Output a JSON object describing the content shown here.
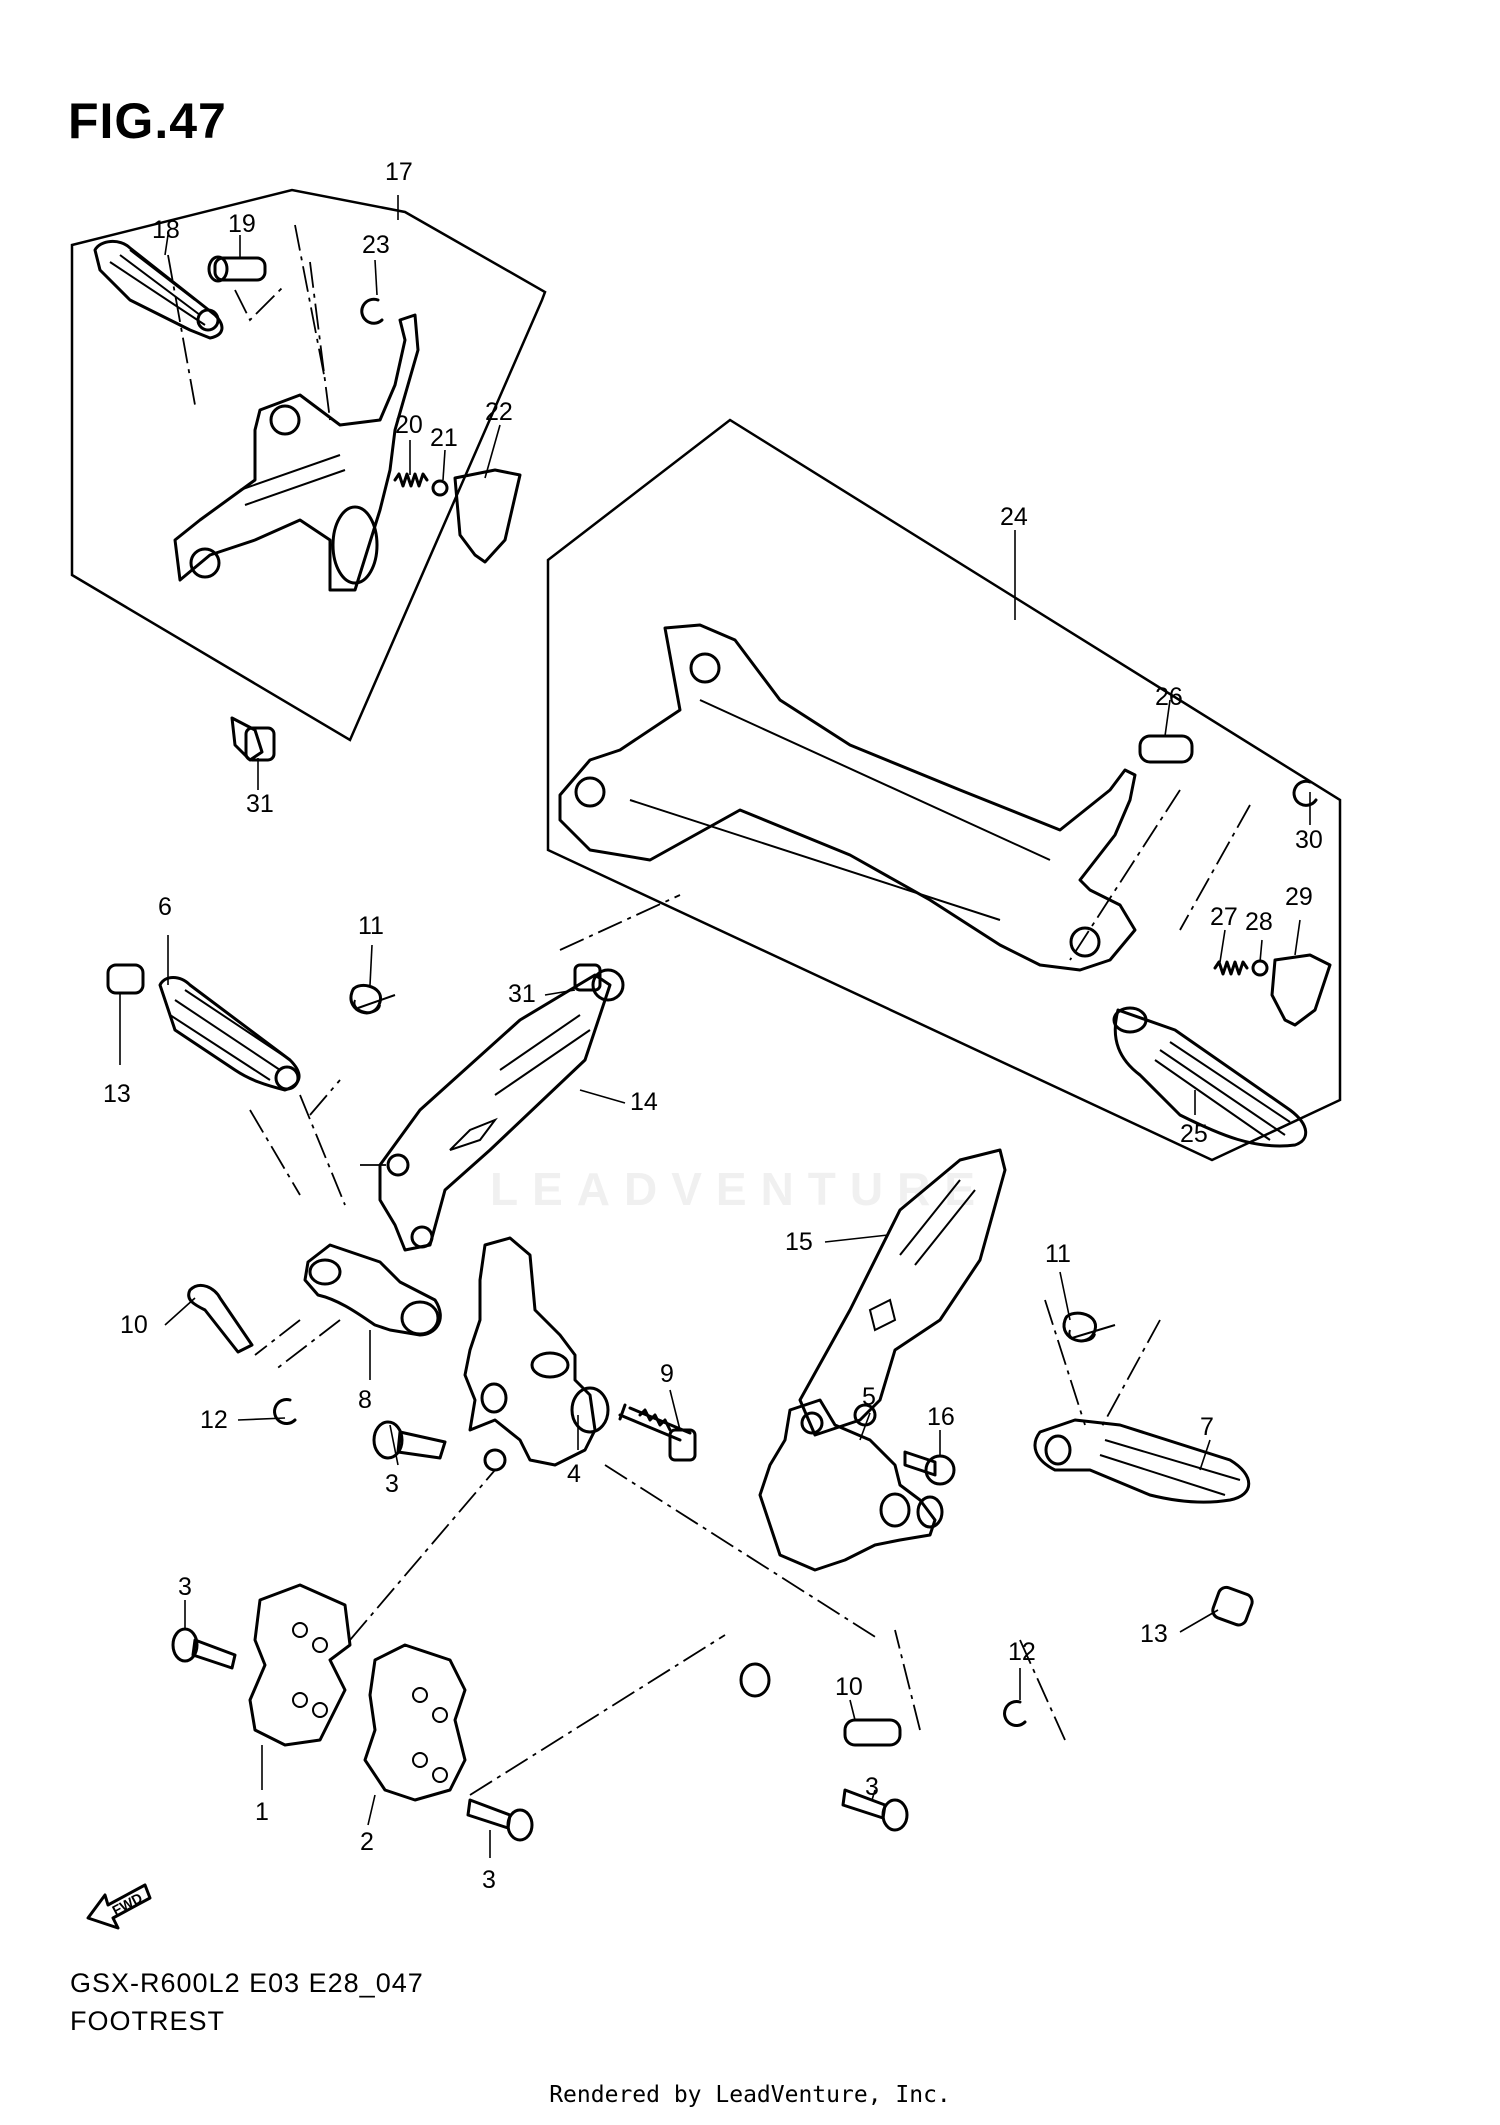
{
  "figure": {
    "title": "FIG.47",
    "model_code": "GSX-R600L2 E03 E28_047",
    "name": "FOOTREST",
    "credit": "Rendered by LeadVenture, Inc.",
    "watermark": "LEADVENTURE",
    "fwd_label": "FWD"
  },
  "callouts": [
    "17",
    "18",
    "19",
    "23",
    "20",
    "21",
    "22",
    "31",
    "24",
    "26",
    "30",
    "27",
    "28",
    "29",
    "25",
    "6",
    "11",
    "13",
    "31",
    "14",
    "15",
    "11",
    "10",
    "8",
    "12",
    "9",
    "16",
    "7",
    "3",
    "4",
    "5",
    "3",
    "13",
    "12",
    "10",
    "1",
    "2",
    "3",
    "3"
  ]
}
